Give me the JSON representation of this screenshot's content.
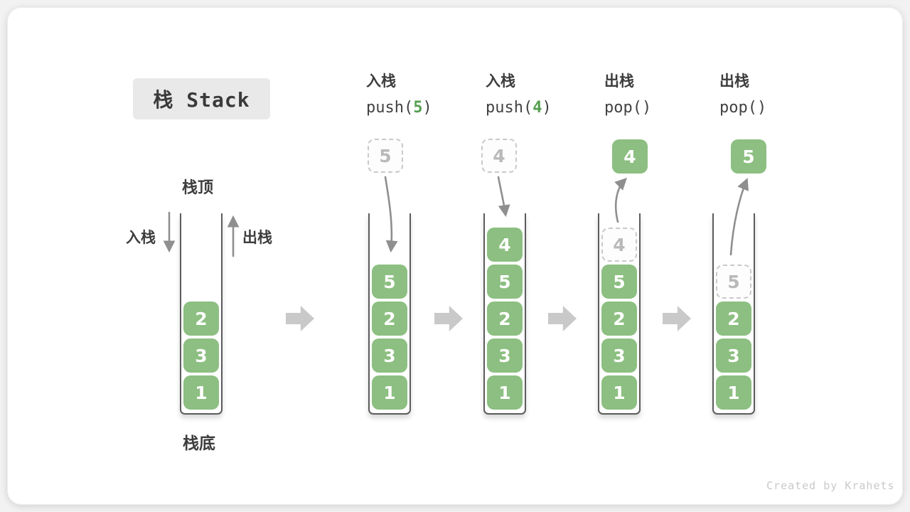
{
  "title": "栈 Stack",
  "watermark": "Created by Krahets",
  "first_stack": {
    "top_label": "栈顶",
    "bottom_label": "栈底",
    "push_label": "入栈",
    "pop_label": "出栈"
  },
  "operations": [
    {
      "name": "入栈",
      "code_pre": "push(",
      "code_arg": "5",
      "code_post": ")"
    },
    {
      "name": "入栈",
      "code_pre": "push(",
      "code_arg": "4",
      "code_post": ")"
    },
    {
      "name": "出栈",
      "code_pre": "pop(",
      "code_arg": "",
      "code_post": ")"
    },
    {
      "name": "出栈",
      "code_pre": "pop(",
      "code_arg": "",
      "code_post": ")"
    }
  ],
  "stacks": [
    {
      "blocks": [
        {
          "value": "2"
        },
        {
          "value": "3"
        },
        {
          "value": "1"
        }
      ]
    },
    {
      "floating": {
        "value": "5"
      },
      "blocks": [
        {
          "value": "5"
        },
        {
          "value": "2"
        },
        {
          "value": "3"
        },
        {
          "value": "1"
        }
      ]
    },
    {
      "floating": {
        "value": "4"
      },
      "blocks": [
        {
          "value": "4"
        },
        {
          "value": "5"
        },
        {
          "value": "2"
        },
        {
          "value": "3"
        },
        {
          "value": "1"
        }
      ]
    },
    {
      "floating": {
        "value": "4"
      },
      "blocks": [
        {
          "value": "4"
        },
        {
          "value": "5"
        },
        {
          "value": "2"
        },
        {
          "value": "3"
        },
        {
          "value": "1"
        }
      ]
    },
    {
      "floating": {
        "value": "5"
      },
      "blocks": [
        {
          "value": "5"
        },
        {
          "value": "2"
        },
        {
          "value": "3"
        },
        {
          "value": "1"
        }
      ]
    }
  ],
  "colors": {
    "block_green": "#8cbf81",
    "code_arg_green": "#559e4f",
    "ghost_gray": "#c9c9c9",
    "curve_arrow_gray": "#8f8f8f",
    "flow_arrow_gray": "#c9c9c9",
    "title_badge_bg": "#e9e9e9",
    "text_dark": "#3d3d3d"
  }
}
